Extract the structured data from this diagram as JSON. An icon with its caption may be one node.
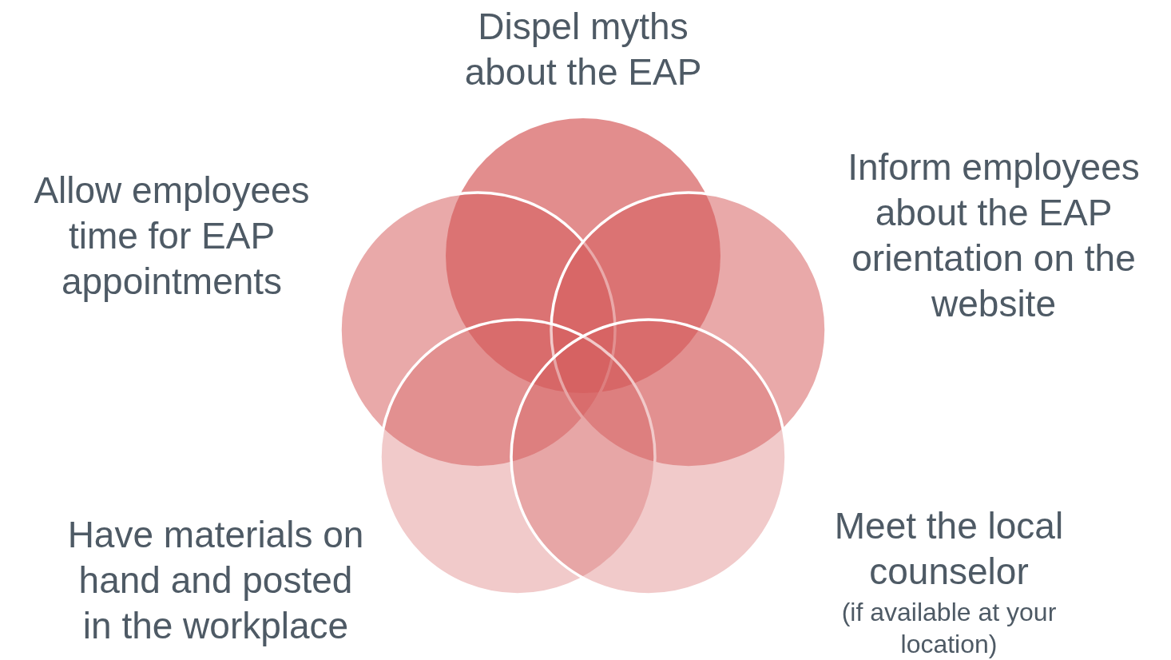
{
  "diagram": {
    "nodes": [
      {
        "text": [],
        "shape": "circle",
        "beside": [
          "Allow employees time for EAP appointments"
        ]
      },
      {
        "text": [],
        "shape": "circle",
        "beside": [
          "Have materials on hand and posted in the workplace"
        ]
      },
      {
        "text": [],
        "shape": "circle",
        "beside": [
          "Dispel myths about the EAP"
        ]
      },
      {
        "text": [],
        "shape": "circle",
        "beside": [
          "Meet the local counselor",
          "(if available at your location)"
        ]
      },
      {
        "text": [],
        "shape": "circle",
        "beside": [
          "Inform employees about the EAP orientation on the website"
        ]
      }
    ],
    "edges": []
  }
}
